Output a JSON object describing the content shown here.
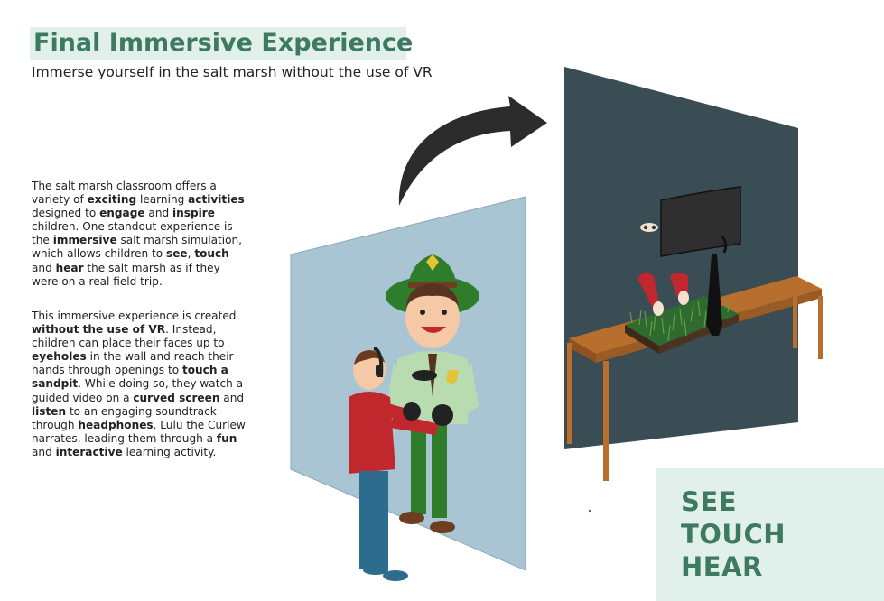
{
  "header": {
    "title": "Final Immersive Experience",
    "subtitle": "Immerse yourself in the salt marsh without the use of VR"
  },
  "paragraph1": {
    "l1": "The salt marsh classroom offers a",
    "l2a": "variety of ",
    "l2b": "exciting",
    "l2c": " learning ",
    "l2d": "activities",
    "l3a": "designed to ",
    "l3b": "engage",
    "l3c": " and ",
    "l3d": "inspire",
    "l4": "children. One standout experience is",
    "l5a": "the ",
    "l5b": "immersive",
    "l5c": " salt marsh simulation,",
    "l6a": "which allows children to ",
    "l6b": "see",
    "l6c": ", ",
    "l6d": "touch",
    "l7a": "and ",
    "l7b": "hear",
    "l7c": " the salt marsh as if they",
    "l8": "were on a real field trip."
  },
  "paragraph2": {
    "l1": "This immersive experience is created",
    "l2a": "without the use of VR",
    "l2b": ". Instead,",
    "l3": "children can place their faces up to",
    "l4a": "eyeholes",
    "l4b": " in the wall and reach their",
    "l5a": "hands through openings to ",
    "l5b": "touch a",
    "l6a": "sandpit",
    "l6b": ". While doing so, they watch a",
    "l7a": "guided video on a ",
    "l7b": "curved screen",
    "l7c": " and",
    "l8a": "listen",
    "l8b": " to an engaging soundtrack",
    "l9a": "through ",
    "l9b": "headphones",
    "l9c": ". Lulu the Curlew",
    "l10a": "narrates, leading them through a ",
    "l10b": "fun",
    "l11a": "and ",
    "l11b": "interactive",
    "l11c": " learning activity."
  },
  "cta": {
    "see": "SEE",
    "touch": "TOUCH",
    "hear": "HEAR"
  },
  "colors": {
    "accent": "#3d7a5f",
    "accent_bg": "#e2f0eb",
    "wall_front": "#a9c4d2",
    "wall_back": "#3a4c54"
  }
}
